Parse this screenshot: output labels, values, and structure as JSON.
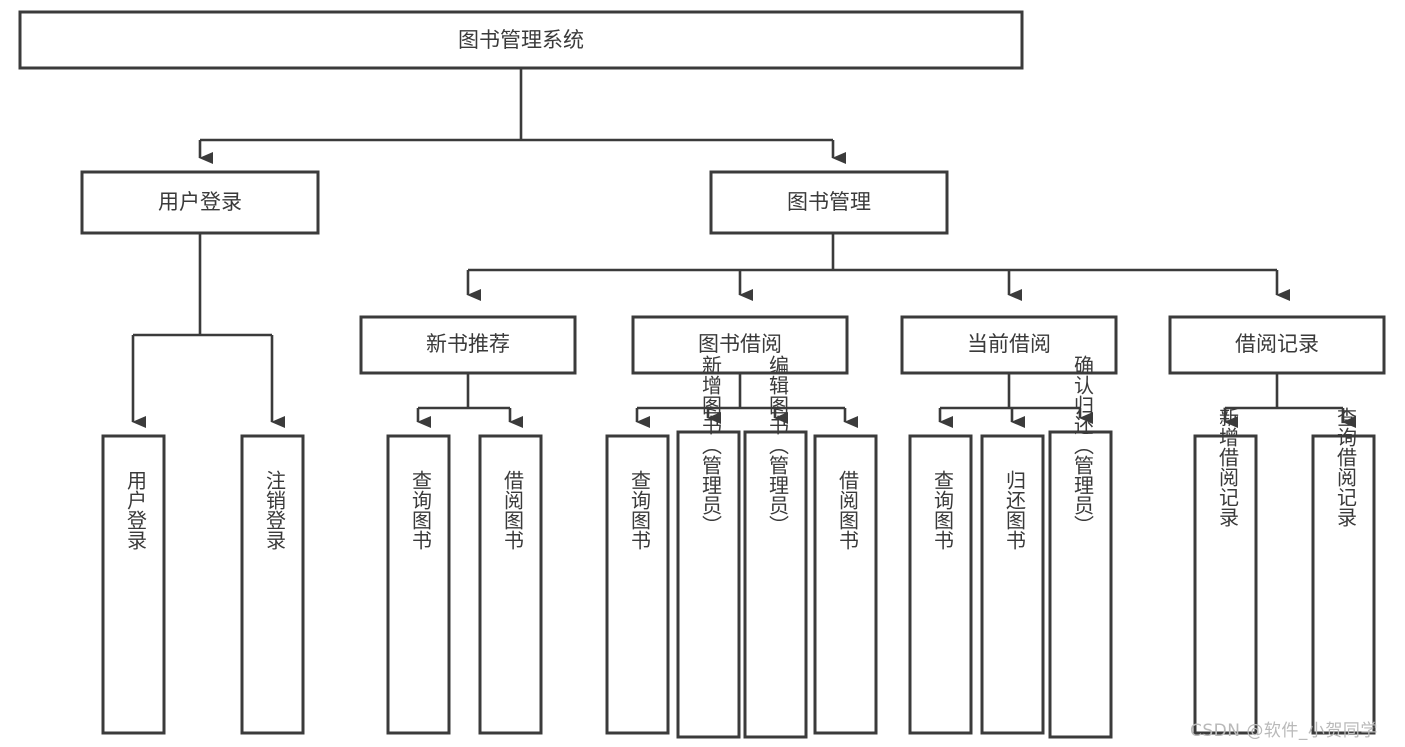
{
  "diagram": {
    "title": "图书管理系统",
    "orientation": "top-down",
    "style": {
      "box_fill": "#ffffff",
      "box_stroke": "#3b3b3b",
      "connector_color": "#3b3b3b",
      "text_color": "#3a3a3a",
      "background": "#ffffff",
      "watermark_color": "#b9b9b9"
    },
    "root": {
      "label": "图书管理系统"
    },
    "level2": [
      {
        "label": "用户登录"
      },
      {
        "label": "图书管理"
      }
    ],
    "level3": [
      {
        "label": "新书推荐"
      },
      {
        "label": "图书借阅"
      },
      {
        "label": "当前借阅"
      },
      {
        "label": "借阅记录"
      }
    ],
    "leaves": [
      {
        "label": "用户登录",
        "parent": "用户登录",
        "admin": false
      },
      {
        "label": "注销登录",
        "parent": "用户登录",
        "admin": false
      },
      {
        "label": "查询图书",
        "parent": "新书推荐",
        "admin": false
      },
      {
        "label": "借阅图书",
        "parent": "新书推荐",
        "admin": false
      },
      {
        "label": "查询图书",
        "parent": "图书借阅",
        "admin": false
      },
      {
        "label": "新增图书（管理员）",
        "parent": "图书借阅",
        "admin": true
      },
      {
        "label": "编辑图书（管理员）",
        "parent": "图书借阅",
        "admin": true
      },
      {
        "label": "借阅图书",
        "parent": "图书借阅",
        "admin": false
      },
      {
        "label": "查询图书",
        "parent": "当前借阅",
        "admin": false
      },
      {
        "label": "归还图书",
        "parent": "当前借阅",
        "admin": false
      },
      {
        "label": "确认归还（管理员）",
        "parent": "当前借阅",
        "admin": true
      },
      {
        "label": "新增借阅记录",
        "parent": "借阅记录",
        "admin": false
      },
      {
        "label": "查询借阅记录",
        "parent": "借阅记录",
        "admin": false
      }
    ]
  },
  "watermark": {
    "text": "CSDN @软件_小贺同学"
  }
}
